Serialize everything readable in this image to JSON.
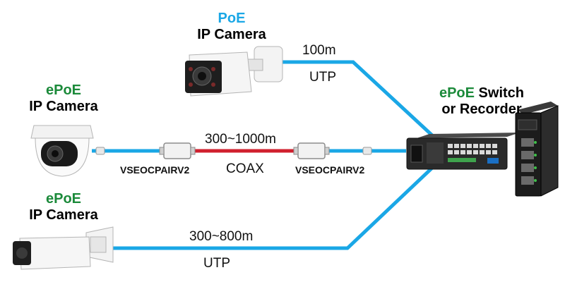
{
  "colors": {
    "poe": "#1aa7e6",
    "epoe": "#1b8a3a",
    "utp": "#1aa7e6",
    "coax": "#d0202e",
    "text": "#111111"
  },
  "cameras": [
    {
      "prefix": "PoE",
      "prefix_color": "poe",
      "name": "IP Camera",
      "icon": "bullet-camera-icon"
    },
    {
      "prefix": "ePoE",
      "prefix_color": "epoe",
      "name": "IP Camera",
      "icon": "dome-camera-icon"
    },
    {
      "prefix": "ePoE",
      "prefix_color": "epoe",
      "name": "IP Camera",
      "icon": "bullet-camera-icon"
    }
  ],
  "switch": {
    "prefix": "ePoE",
    "rest_line1": " Switch",
    "line2": "or Recorder",
    "icons": [
      "recorder-icon",
      "din-switch-icon"
    ]
  },
  "links": [
    {
      "distance": "100m",
      "medium": "UTP"
    },
    {
      "distance": "300~1000m",
      "medium": "COAX",
      "adapter_left": "VSEOCPAIRV2",
      "adapter_right": "VSEOCPAIRV2"
    },
    {
      "distance": "300~800m",
      "medium": "UTP"
    }
  ]
}
